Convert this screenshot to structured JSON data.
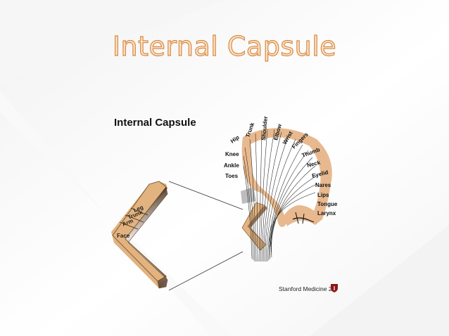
{
  "slide": {
    "title": "Internal Capsule"
  },
  "diagram": {
    "heading": "Internal Capsule",
    "homunculus_labels": [
      "Hip",
      "Trunk",
      "Shoulder",
      "Elbow",
      "Wrist",
      "Fingers",
      "Thumb",
      "Neck",
      "Eyelid",
      "Nares",
      "Lips",
      "Tongue",
      "Larynx",
      "Knee",
      "Ankle",
      "Toes"
    ],
    "capsule_labels": [
      "Leg",
      "Trunk",
      "Arm",
      "Face"
    ],
    "credit": "Stanford Medicine 25",
    "colors": {
      "title_fill": "#fbe3cc",
      "title_outline": "#d98a3f",
      "cortex": "#e8b98f",
      "capsule_face": "#e2b27e",
      "capsule_side": "#8a6a4c"
    },
    "icons": {
      "credit_logo": "stanford-shield-icon"
    }
  }
}
